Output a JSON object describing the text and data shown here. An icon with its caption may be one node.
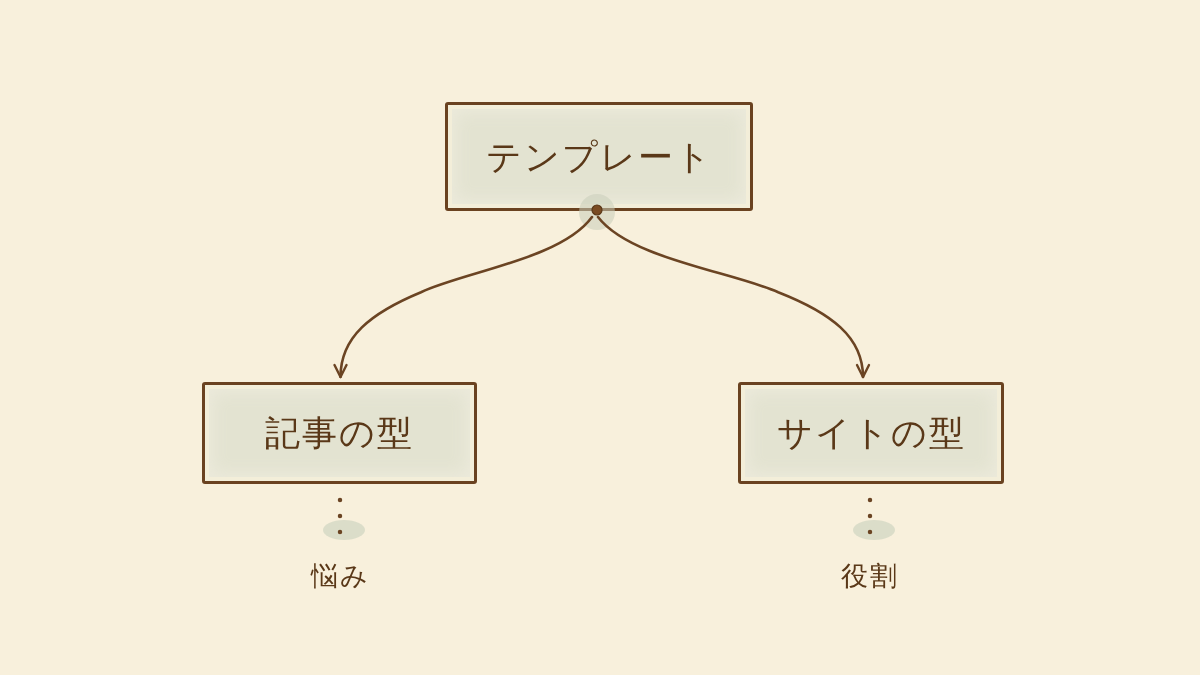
{
  "diagram": {
    "nodes": [
      {
        "text": [
          "テンプレート"
        ]
      },
      {
        "text": [
          "記事の型"
        ]
      },
      {
        "text": [
          "サイトの型"
        ]
      },
      {
        "text": [
          "悩み"
        ]
      },
      {
        "text": [
          "役割"
        ]
      }
    ],
    "edges": [
      {
        "from": 0,
        "to": 1,
        "arrow": "to"
      },
      {
        "from": 0,
        "to": 2,
        "arrow": "to"
      },
      {
        "from": 1,
        "to": 3,
        "arrow": "none",
        "style": "dashed"
      },
      {
        "from": 2,
        "to": 4,
        "arrow": "none",
        "style": "dashed"
      }
    ]
  }
}
